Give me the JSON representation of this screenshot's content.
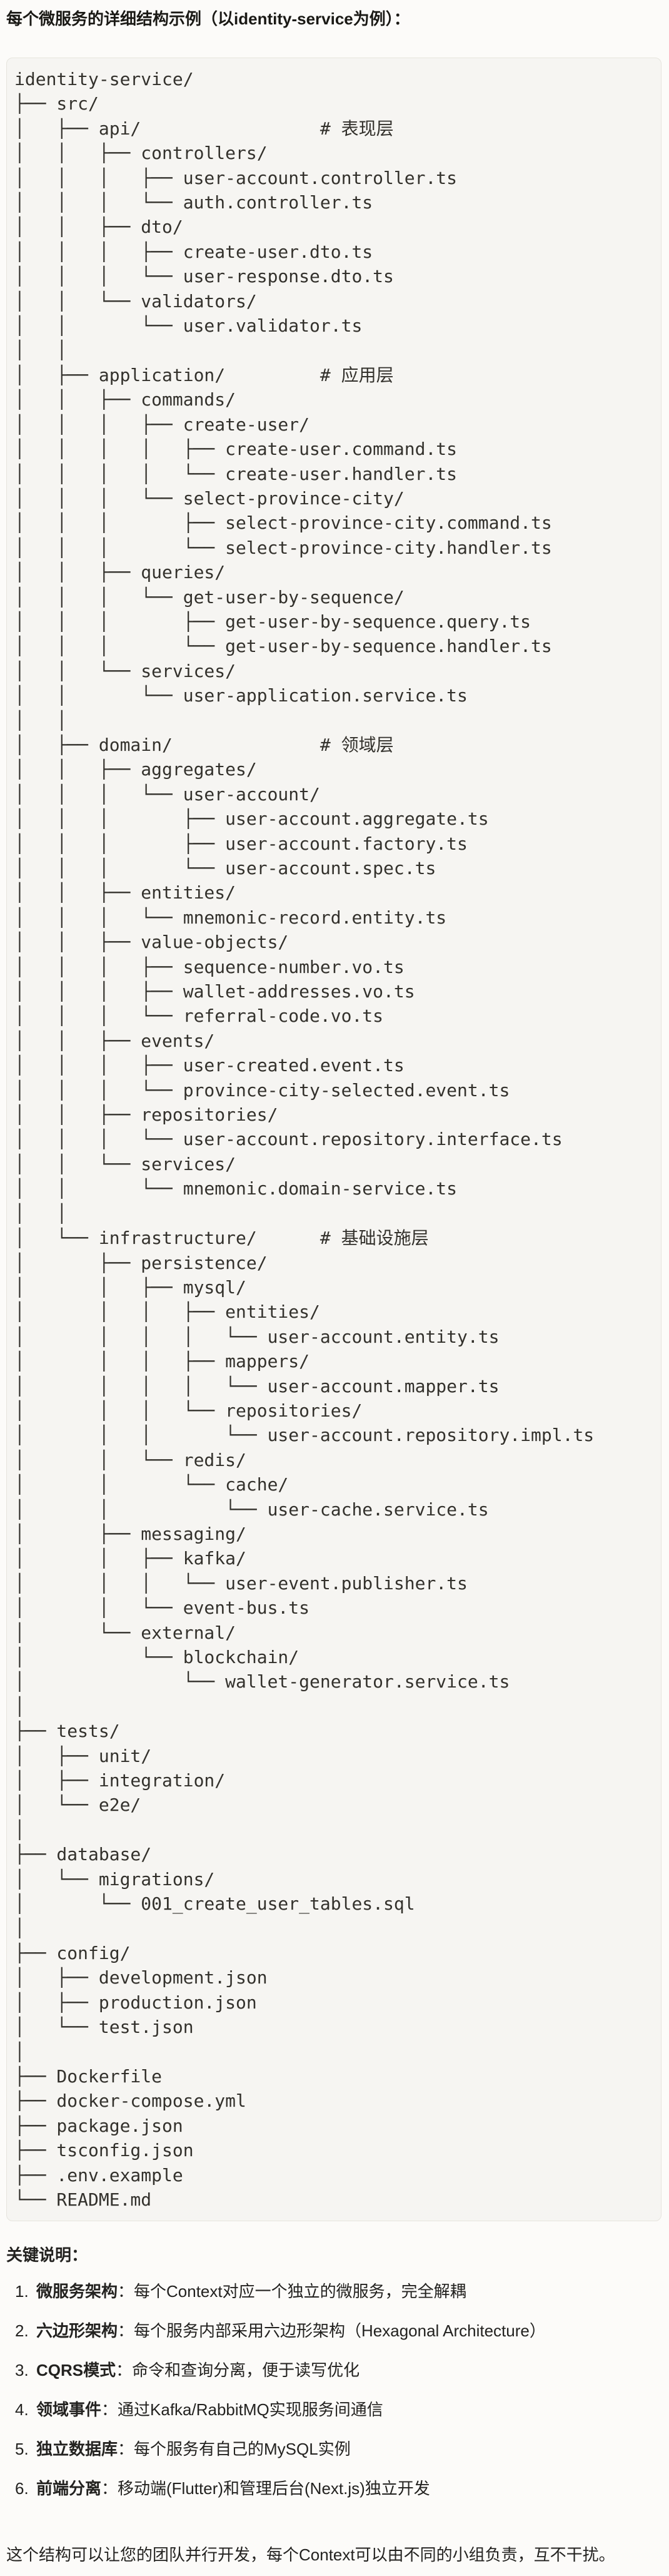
{
  "page": {
    "title": "每个微服务的详细结构示例（以identity-service为例）：",
    "closing": "这个结构可以让您的团队并行开发，每个Context可以由不同的小组负责，互不干扰。"
  },
  "colors": {
    "page_background": "#fcfbf9",
    "code_block_background": "#f6f5f2",
    "code_block_border": "#e6e4dd",
    "text": "#232220"
  },
  "code_block": {
    "lines": [
      "identity-service/",
      "├── src/",
      "│   ├── api/                 # 表现层",
      "│   │   ├── controllers/",
      "│   │   │   ├── user-account.controller.ts",
      "│   │   │   └── auth.controller.ts",
      "│   │   ├── dto/",
      "│   │   │   ├── create-user.dto.ts",
      "│   │   │   └── user-response.dto.ts",
      "│   │   └── validators/",
      "│   │       └── user.validator.ts",
      "│   │",
      "│   ├── application/         # 应用层",
      "│   │   ├── commands/",
      "│   │   │   ├── create-user/",
      "│   │   │   │   ├── create-user.command.ts",
      "│   │   │   │   └── create-user.handler.ts",
      "│   │   │   └── select-province-city/",
      "│   │   │       ├── select-province-city.command.ts",
      "│   │   │       └── select-province-city.handler.ts",
      "│   │   ├── queries/",
      "│   │   │   └── get-user-by-sequence/",
      "│   │   │       ├── get-user-by-sequence.query.ts",
      "│   │   │       └── get-user-by-sequence.handler.ts",
      "│   │   └── services/",
      "│   │       └── user-application.service.ts",
      "│   │",
      "│   ├── domain/              # 领域层",
      "│   │   ├── aggregates/",
      "│   │   │   └── user-account/",
      "│   │   │       ├── user-account.aggregate.ts",
      "│   │   │       ├── user-account.factory.ts",
      "│   │   │       └── user-account.spec.ts",
      "│   │   ├── entities/",
      "│   │   │   └── mnemonic-record.entity.ts",
      "│   │   ├── value-objects/",
      "│   │   │   ├── sequence-number.vo.ts",
      "│   │   │   ├── wallet-addresses.vo.ts",
      "│   │   │   └── referral-code.vo.ts",
      "│   │   ├── events/",
      "│   │   │   ├── user-created.event.ts",
      "│   │   │   └── province-city-selected.event.ts",
      "│   │   ├── repositories/",
      "│   │   │   └── user-account.repository.interface.ts",
      "│   │   └── services/",
      "│   │       └── mnemonic.domain-service.ts",
      "│   │",
      "│   └── infrastructure/      # 基础设施层",
      "│       ├── persistence/",
      "│       │   ├── mysql/",
      "│       │   │   ├── entities/",
      "│       │   │   │   └── user-account.entity.ts",
      "│       │   │   ├── mappers/",
      "│       │   │   │   └── user-account.mapper.ts",
      "│       │   │   └── repositories/",
      "│       │   │       └── user-account.repository.impl.ts",
      "│       │   └── redis/",
      "│       │       └── cache/",
      "│       │           └── user-cache.service.ts",
      "│       ├── messaging/",
      "│       │   ├── kafka/",
      "│       │   │   └── user-event.publisher.ts",
      "│       │   └── event-bus.ts",
      "│       └── external/",
      "│           └── blockchain/",
      "│               └── wallet-generator.service.ts",
      "│",
      "├── tests/",
      "│   ├── unit/",
      "│   ├── integration/",
      "│   └── e2e/",
      "│",
      "├── database/",
      "│   └── migrations/",
      "│       └── 001_create_user_tables.sql",
      "│",
      "├── config/",
      "│   ├── development.json",
      "│   ├── production.json",
      "│   └── test.json",
      "│",
      "├── Dockerfile",
      "├── docker-compose.yml",
      "├── package.json",
      "├── tsconfig.json",
      "├── .env.example",
      "└── README.md"
    ]
  },
  "key_notes": {
    "heading": "关键说明：",
    "items": [
      {
        "num": "1.",
        "label": "微服务架构",
        "text": "：每个Context对应一个独立的微服务，完全解耦"
      },
      {
        "num": "2.",
        "label": "六边形架构",
        "text": "：每个服务内部采用六边形架构（Hexagonal Architecture）"
      },
      {
        "num": "3.",
        "label": "CQRS模式",
        "text": "：命令和查询分离，便于读写优化"
      },
      {
        "num": "4.",
        "label": "领域事件",
        "text": "：通过Kafka/RabbitMQ实现服务间通信"
      },
      {
        "num": "5.",
        "label": "独立数据库",
        "text": "：每个服务有自己的MySQL实例"
      },
      {
        "num": "6.",
        "label": "前端分离",
        "text": "：移动端(Flutter)和管理后台(Next.js)独立开发"
      }
    ]
  }
}
